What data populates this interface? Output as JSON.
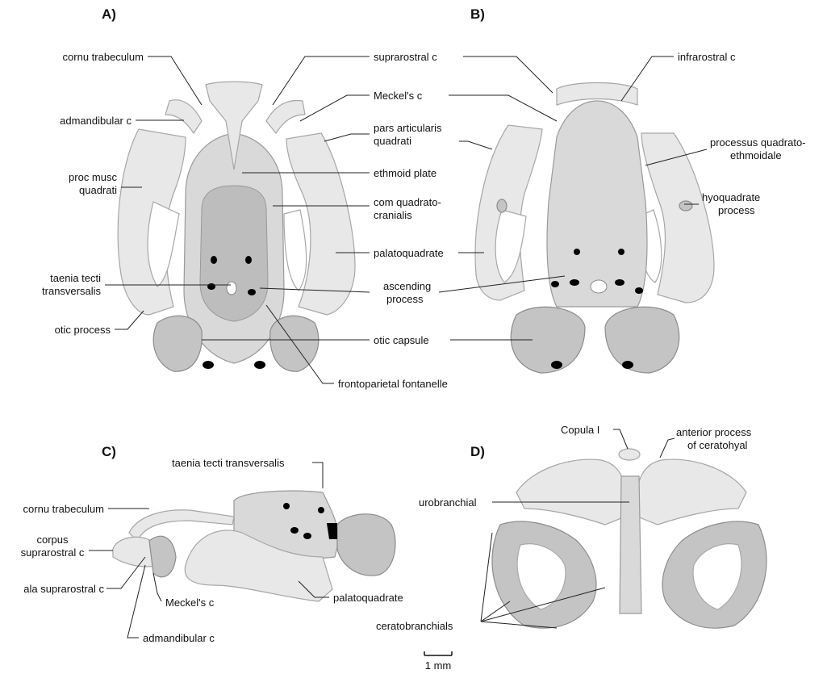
{
  "panels": {
    "a": "A)",
    "b": "B)",
    "c": "C)",
    "d": "D)"
  },
  "labels_a": {
    "cornu_trabeculum": "cornu trabeculum",
    "admandibular_c": "admandibular c",
    "proc_musc_quadrati_1": "proc musc",
    "proc_musc_quadrati_2": "quadrati",
    "taenia_tecti_1": "taenia tecti",
    "taenia_tecti_2": "transversalis",
    "otic_process": "otic process"
  },
  "labels_center": {
    "suprarostral_c": "suprarostral c",
    "meckels_c": "Meckel's c",
    "pars_articularis_1": "pars articularis",
    "pars_articularis_2": "quadrati",
    "ethmoid_plate": "ethmoid plate",
    "com_quadrato_1": "com quadrato-",
    "com_quadrato_2": "cranialis",
    "palatoquadrate": "palatoquadrate",
    "ascending_process_1": "ascending",
    "ascending_process_2": "process",
    "otic_capsule": "otic capsule",
    "frontoparietal_fontanelle": "frontoparietal fontanelle"
  },
  "labels_b": {
    "infrarostral_c": "infrarostral c",
    "processus_qe_1": "processus quadrato-",
    "processus_qe_2": "ethmoidale",
    "hyoquadrate_1": "hyoquadrate",
    "hyoquadrate_2": "process"
  },
  "labels_c": {
    "taenia_tecti_transversalis": "taenia tecti transversalis",
    "cornu_trabeculum": "cornu trabeculum",
    "corpus_suprarostral_1": "corpus",
    "corpus_suprarostral_2": "suprarostral c",
    "ala_suprarostral": "ala suprarostral c",
    "meckels_c": "Meckel's c",
    "palatoquadrate": "palatoquadrate",
    "admandibular_c": "admandibular c"
  },
  "labels_d": {
    "copula_i": "Copula I",
    "anterior_process_1": "anterior process",
    "anterior_process_2": "of ceratohyal",
    "urobranchial": "urobranchial",
    "ceratobranchials": "ceratobranchials"
  },
  "scale_bar": "1 mm"
}
